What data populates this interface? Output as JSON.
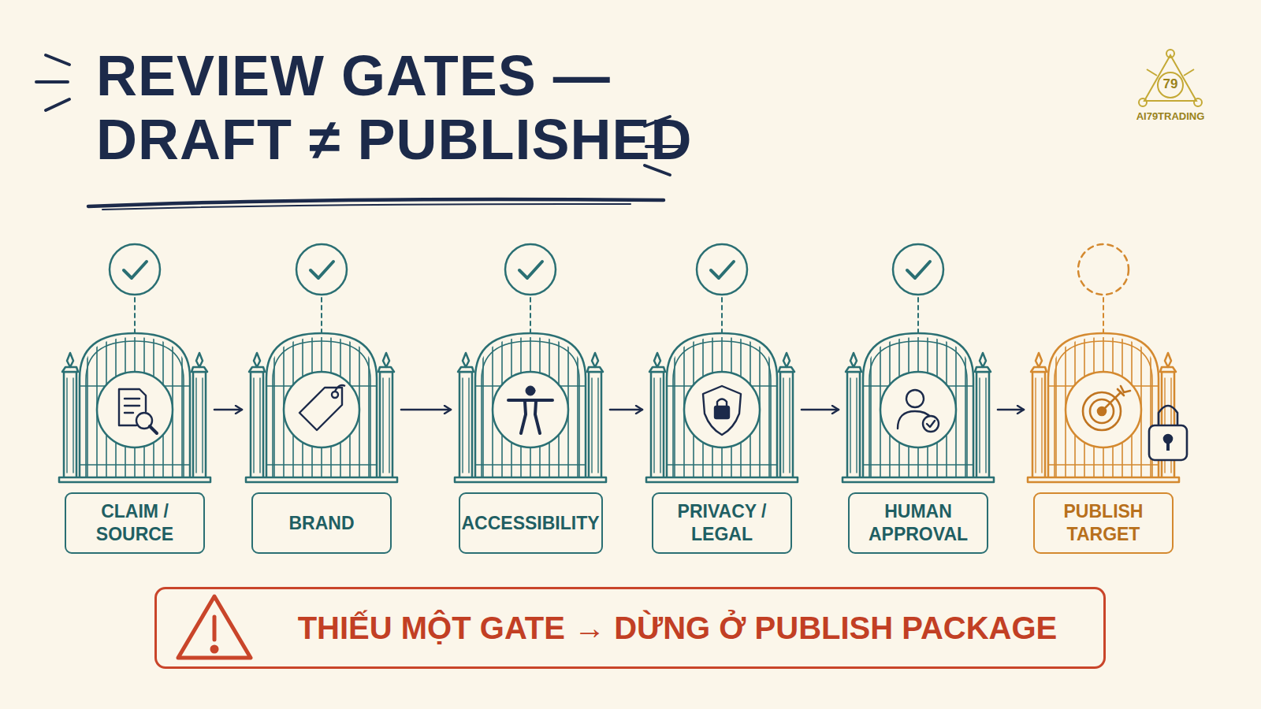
{
  "diagram": {
    "title": "REVIEW GATES — DRAFT ≠ PUBLISHED",
    "nodes": [
      {
        "text": [
          "CLAIM / SOURCE"
        ]
      },
      {
        "text": [
          "BRAND"
        ]
      },
      {
        "text": [
          "ACCESSIBILITY"
        ]
      },
      {
        "text": [
          "PRIVACY / LEGAL"
        ]
      },
      {
        "text": [
          "HUMAN APPROVAL"
        ]
      },
      {
        "text": [
          "PUBLISH TARGET"
        ]
      },
      {
        "text": [
          "THIẾU MỘT GATE → DỪNG Ở PUBLISH PACKAGE"
        ]
      }
    ],
    "edges": [
      {
        "from": 0,
        "to": 1,
        "arrow": "to"
      },
      {
        "from": 1,
        "to": 2,
        "arrow": "to"
      },
      {
        "from": 2,
        "to": 3,
        "arrow": "to"
      },
      {
        "from": 3,
        "to": 4,
        "arrow": "to"
      },
      {
        "from": 4,
        "to": 5,
        "arrow": "to"
      }
    ],
    "labels": [
      "79",
      "AI79TRADING"
    ]
  }
}
